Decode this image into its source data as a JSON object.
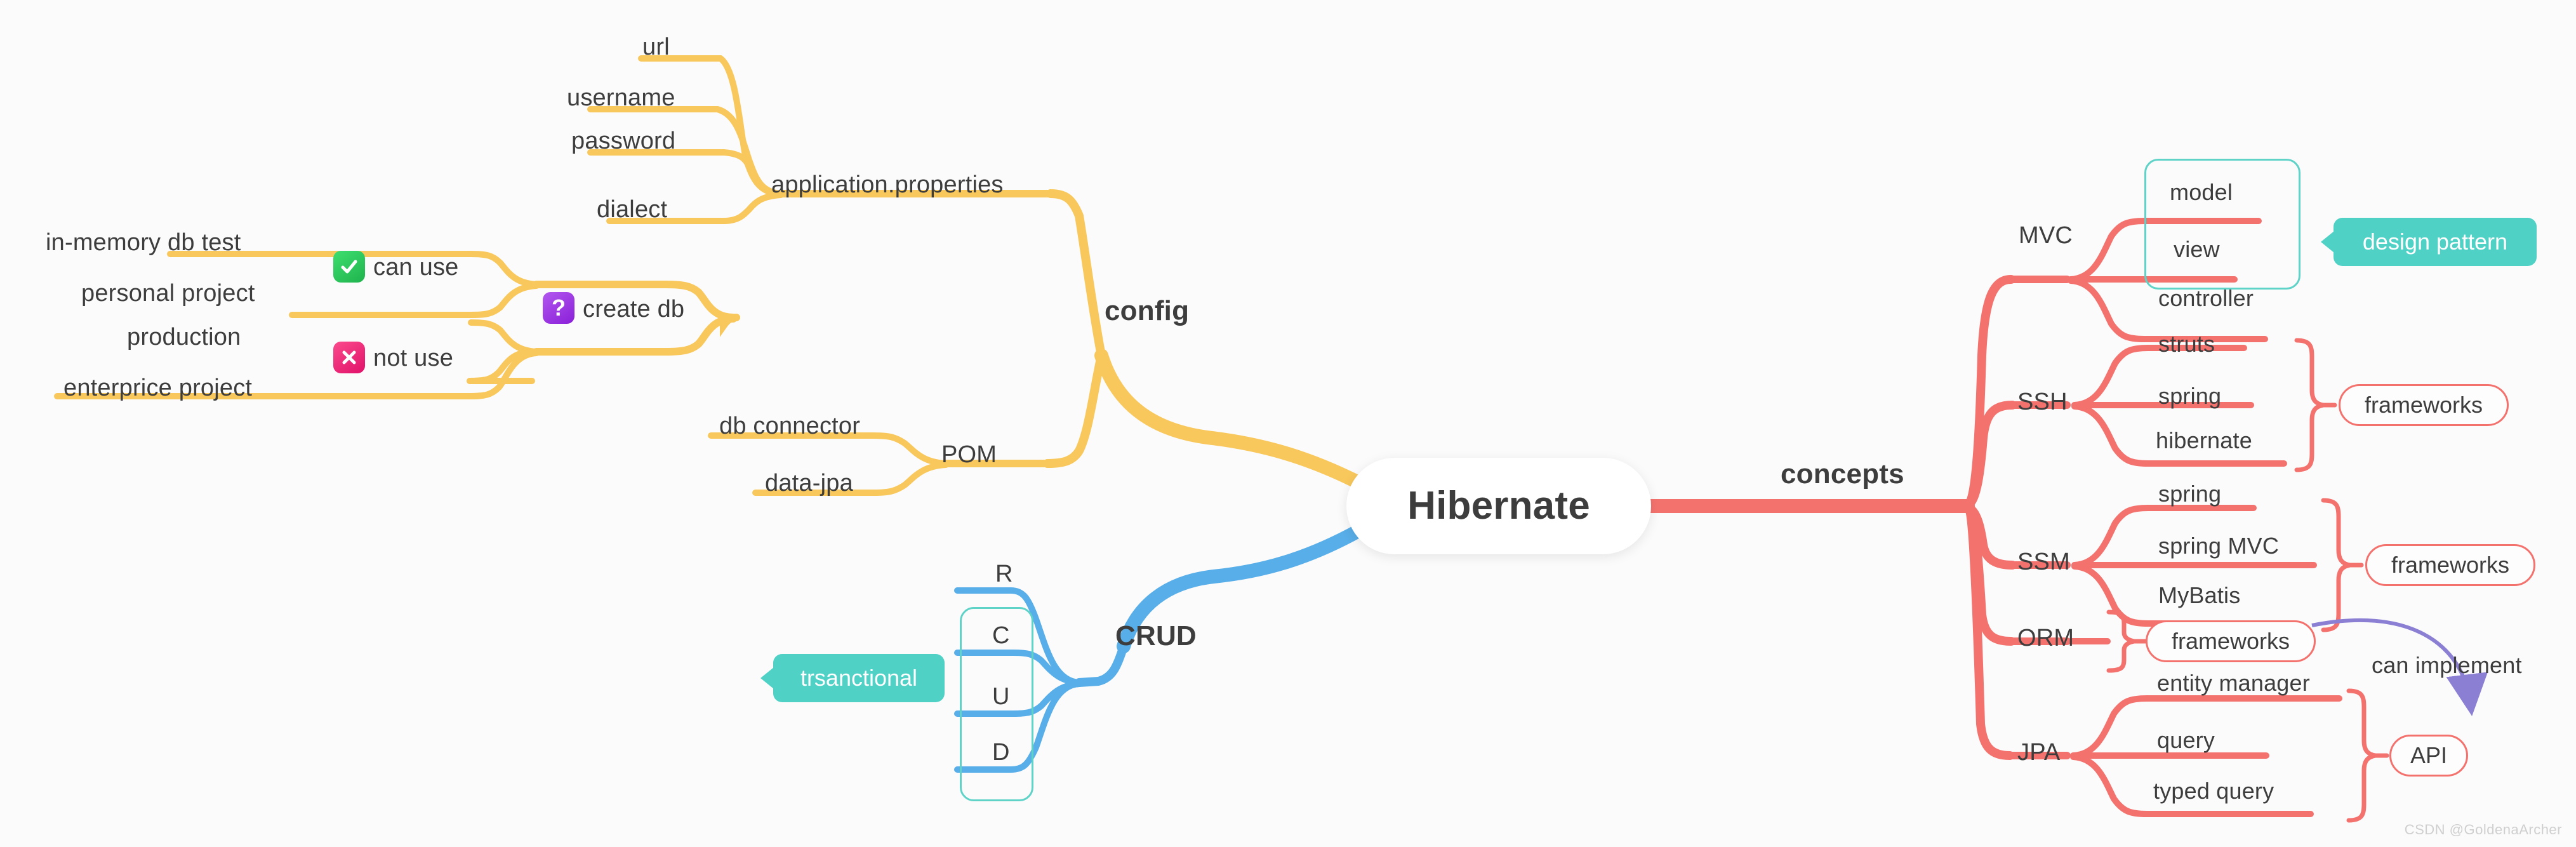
{
  "watermark": "CSDN @GoldenaArcher",
  "center": {
    "label": "Hibernate"
  },
  "colors": {
    "background": "#fbfbfb",
    "config_branch": "#f8c85c",
    "crud_branch": "#58aee8",
    "concepts_branch": "#f4726e",
    "teal_accent": "#4fd1c5",
    "implement_arrow": "#8b7fd4",
    "text": "#3d3d3d",
    "badge_green": "#2ecc5f",
    "badge_pink": "#f4357f",
    "badge_purple": "#9b30e0"
  },
  "branches": {
    "config": {
      "label": "config",
      "children": [
        {
          "label": "application.properties",
          "children": [
            {
              "label": "url"
            },
            {
              "label": "username"
            },
            {
              "label": "password"
            },
            {
              "label": "dialect"
            }
          ]
        },
        {
          "label": "POM",
          "children": [
            {
              "label": "db connector"
            },
            {
              "label": "data-jpa"
            }
          ]
        }
      ]
    },
    "create_db": {
      "label": "create db",
      "icon": "question-badge-icon",
      "icon_glyph": "?",
      "children": [
        {
          "label": "can use",
          "icon": "check-badge-icon",
          "icon_glyph": "check",
          "children": [
            {
              "label": "in-memory db test"
            },
            {
              "label": "personal project"
            }
          ]
        },
        {
          "label": "not use",
          "icon": "cross-badge-icon",
          "icon_glyph": "cross",
          "children": [
            {
              "label": "production"
            },
            {
              "label": "enterprice project"
            }
          ]
        }
      ]
    },
    "crud": {
      "label": "CRUD",
      "children": [
        {
          "label": "R"
        },
        {
          "label": "C"
        },
        {
          "label": "U"
        },
        {
          "label": "D"
        }
      ],
      "group_note": {
        "label": "trsanctional",
        "covers": [
          "C",
          "U",
          "D"
        ]
      }
    },
    "concepts": {
      "label": "concepts",
      "children": [
        {
          "label": "MVC",
          "children": [
            {
              "label": "model"
            },
            {
              "label": "view"
            },
            {
              "label": "controller"
            }
          ],
          "group_note": {
            "label": "design pattern"
          }
        },
        {
          "label": "SSH",
          "children": [
            {
              "label": "struts"
            },
            {
              "label": "spring"
            },
            {
              "label": "hibernate"
            }
          ],
          "brace_note": {
            "label": "frameworks"
          }
        },
        {
          "label": "SSM",
          "children": [
            {
              "label": "spring"
            },
            {
              "label": "spring MVC"
            },
            {
              "label": "MyBatis"
            }
          ],
          "brace_note": {
            "label": "frameworks"
          }
        },
        {
          "label": "ORM",
          "children": [],
          "brace_note": {
            "label": "frameworks"
          }
        },
        {
          "label": "JPA",
          "children": [
            {
              "label": "entity manager"
            },
            {
              "label": "query"
            },
            {
              "label": "typed query"
            }
          ],
          "brace_note": {
            "label": "API"
          }
        }
      ]
    }
  },
  "relations": [
    {
      "label": "can implement",
      "from": "ORM frameworks",
      "to": "API"
    }
  ]
}
